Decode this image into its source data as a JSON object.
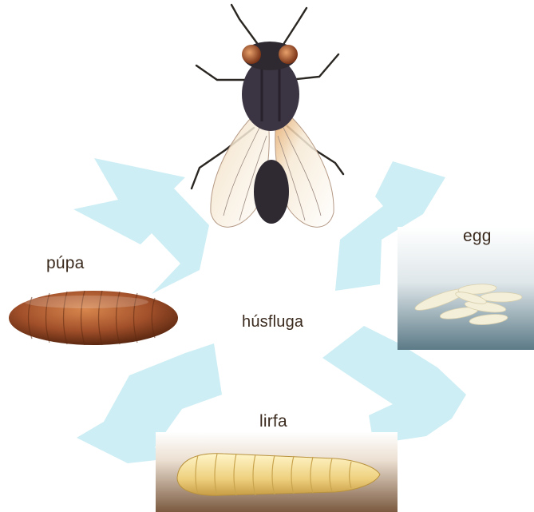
{
  "diagram": {
    "center_label": "húsfluga",
    "stages": {
      "egg": "egg",
      "larva": "lirfa",
      "pupa": "púpa"
    }
  },
  "colors": {
    "arrow": "#cdeef4",
    "pupa": "#a9532a",
    "larva": "#f0d98f",
    "egg_bg_top": "#f3f6f7",
    "egg_bg_bottom": "#5f7e8b",
    "larva_bg_top": "#fbf6f0",
    "larva_bg_bottom": "#7a5d44"
  }
}
